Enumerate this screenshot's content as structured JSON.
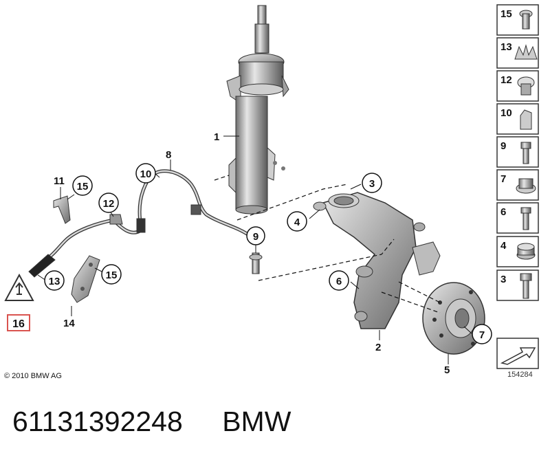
{
  "diagram": {
    "callouts": {
      "c1": "1",
      "c2": "2",
      "c3": "3",
      "c4": "4",
      "c5": "5",
      "c6": "6",
      "c7": "7",
      "c8": "8",
      "c9": "9",
      "c10": "10",
      "c11": "11",
      "c12": "12",
      "c13": "13",
      "c14": "14",
      "c15a": "15",
      "c15b": "15",
      "c16": "16"
    },
    "highlight_color": "#d9534f"
  },
  "sidebar": {
    "items": [
      {
        "num": "15",
        "icon": "torx-bolt-icon"
      },
      {
        "num": "13",
        "icon": "clip-icon"
      },
      {
        "num": "12",
        "icon": "grommet-clip-icon"
      },
      {
        "num": "10",
        "icon": "cable-holder-icon"
      },
      {
        "num": "9",
        "icon": "hex-socket-screw-icon"
      },
      {
        "num": "7",
        "icon": "collar-nut-icon"
      },
      {
        "num": "6",
        "icon": "bolt-icon"
      },
      {
        "num": "4",
        "icon": "hex-nut-icon"
      },
      {
        "num": "3",
        "icon": "hex-bolt-icon"
      }
    ]
  },
  "footer": {
    "copyright": "© 2010 BMW AG",
    "diagram_number": "154284"
  },
  "caption": {
    "part_number": "61131392248",
    "brand": "BMW"
  }
}
